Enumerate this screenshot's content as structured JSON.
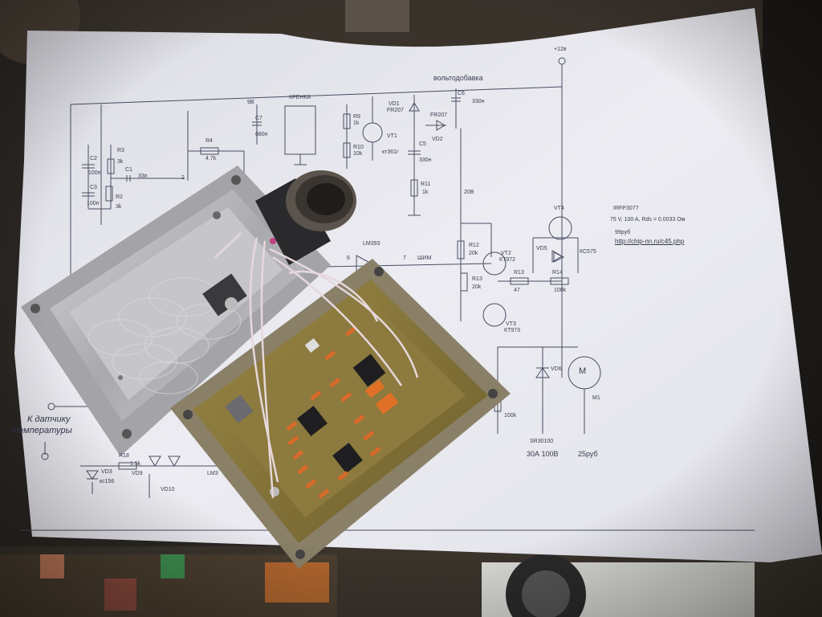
{
  "photo": {
    "colors": {
      "paper": "#e9e9ef",
      "ink": "#3a3d50",
      "aluminum": "#b9b9bd",
      "pcb": "#8a7a3c",
      "resistor": "#d86a2a",
      "background": "#2b2724"
    }
  },
  "schematic": {
    "labels": {
      "supply": "+12в",
      "voltage_boost": "вольтодобавка",
      "regulator": "КРЕНКА",
      "c6": "C6",
      "c6_val": "330н",
      "vd1": "VD1",
      "vd1_type": "FR207",
      "vd2_type": "FR207",
      "vd2": "VD2",
      "vt1": "VT1",
      "vt1_type": "кт361г",
      "r9": "R9",
      "r9_val": "1k",
      "r10": "R10",
      "r10_val": "10k",
      "c5": "C5",
      "c5_val": "330н",
      "r11": "R11",
      "r11_val": "1k",
      "c7": "C7",
      "c7_val": "680н",
      "r4": "R4",
      "r4_val": "4.7k",
      "c1": "C1",
      "c1_val": "33п",
      "c2": "C2",
      "c2_val": "100п",
      "c3": "C3",
      "c3_val": "100п",
      "r3": "R3",
      "r3_val": "3k",
      "r2": "R2",
      "r2_val": "3k",
      "node_9b": "9В",
      "pin_2": "2",
      "node_20b": "20В",
      "comparator": "LM393",
      "pin_6": "6",
      "pin_7": "7",
      "pwm": "ШИМ",
      "mosfet_type": "IRFP3077",
      "mosfet_spec": "75 V, 100 A, Rds = 0.0033 Ом",
      "mosfet_price": "99руб",
      "mosfet_link": "http://chip-nn.ru/c45.php",
      "vt4": "VT4",
      "vd5": "VD5",
      "vd5_type": "КС575",
      "vt2": "VT2",
      "vt2_type": "КТ972",
      "vt3": "VT3",
      "vt3_type": "КТ973",
      "r12": "R12",
      "r12_val": "20k",
      "r13": "R13",
      "r13_val": "20k",
      "r13b": "R13",
      "r13b_val": "47",
      "r14": "R14",
      "r14_val": "100k",
      "vd6": "VD6",
      "motor_symbol": "M",
      "motor_num": "М1",
      "r_bottom_val": "100k",
      "diode_type": "SR30100",
      "diode_rating": "30А 100В",
      "motor_price": "25руб",
      "temp_sensor_line1": "К датчику",
      "temp_sensor_line2": "температуры",
      "r18": "R18",
      "r18_val": "1.5k",
      "vd3": "VD3",
      "vd3_type": "кс156",
      "vd9": "VD9",
      "vd10": "VD10",
      "comparator_b": "LM3"
    }
  }
}
